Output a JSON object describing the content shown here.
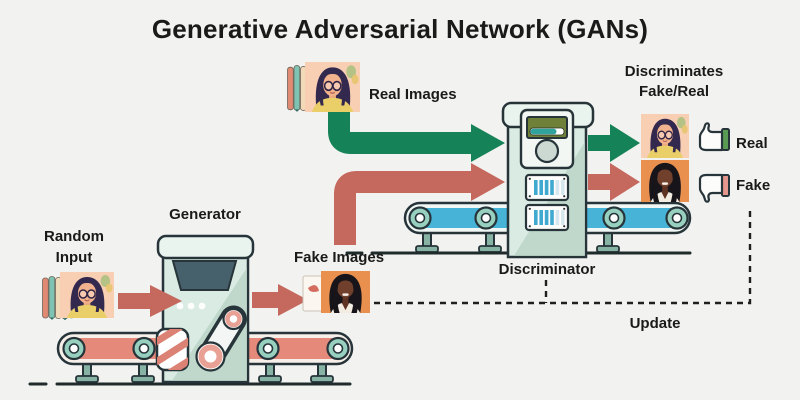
{
  "title": "Generative Adversarial Network (GANs)",
  "labels": {
    "random_input": "Random Input",
    "generator": "Generator",
    "real_images": "Real Images",
    "fake_images": "Fake Images",
    "discriminator": "Discriminator",
    "discriminates": "Discriminates Fake/Real",
    "real": "Real",
    "fake": "Fake",
    "update": "Update"
  },
  "icons": {
    "thumbs_up": "thumbs-up",
    "thumbs_down": "thumbs-down"
  },
  "colors": {
    "background": "#f2f2f0",
    "text": "#1a1a1a",
    "outline": "#27353a",
    "green": "#158257",
    "red": "#c5685e",
    "mint": "#d9ebe3",
    "mint_dark": "#c0d8cc",
    "mint_light": "#eaf4ef",
    "belt_red": "#e5897b",
    "belt_blue": "#47b4d7",
    "roller": "#98d0c0",
    "leg": "#86b3a4",
    "screen_dark": "#46606c",
    "screen_olive": "#6f8038",
    "progress": "#2fa39c",
    "thumb_green": "#5a9b53",
    "thumb_pink": "#e6978d",
    "dash": "#1f1f1f"
  }
}
